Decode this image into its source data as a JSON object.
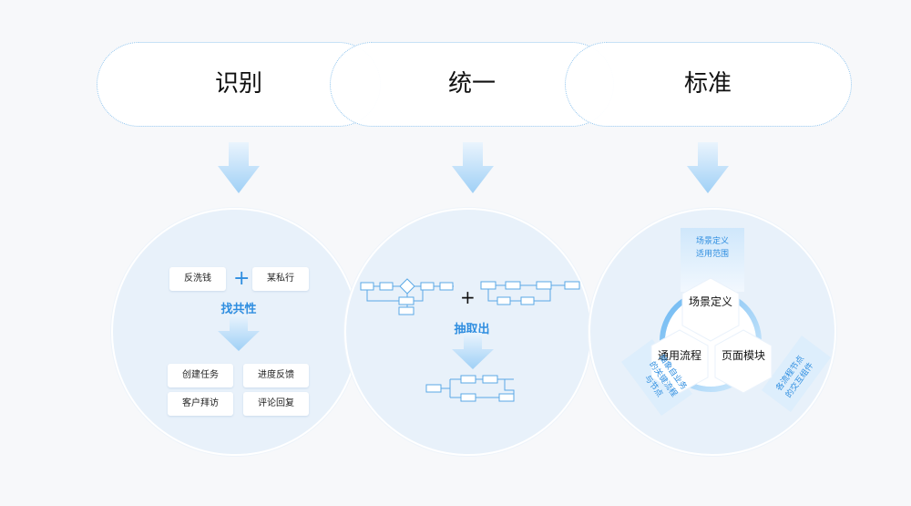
{
  "columns": [
    {
      "title": "识别",
      "tags_top": [
        "反洗钱",
        "某私行"
      ],
      "action": "找共性",
      "tags_bottom": [
        "创建任务",
        "进度反馈",
        "客户拜访",
        "评论回复"
      ]
    },
    {
      "title": "统一",
      "action": "抽取出"
    },
    {
      "title": "标准",
      "center_items": [
        "场景定义",
        "通用流程",
        "页面模块"
      ],
      "ribbon_top": [
        "场景定义",
        "适用范围"
      ],
      "ribbon_left": [
        "抽象自业务",
        "的关键流程",
        "与节点"
      ],
      "ribbon_right": [
        "各流程节点",
        "的交互组件"
      ]
    }
  ],
  "colors": {
    "accent": "#2f8ee0",
    "line": "#5aa8e6",
    "circle_bg": "#e8f1fa"
  }
}
